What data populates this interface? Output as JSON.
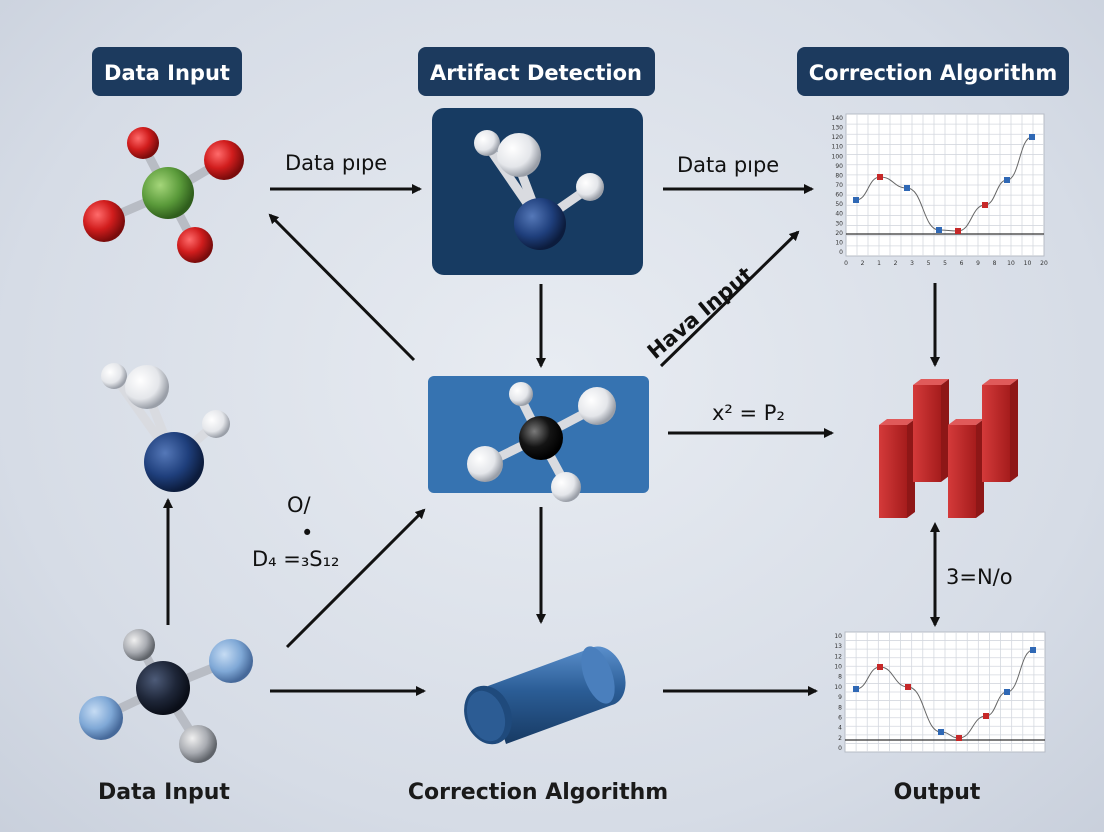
{
  "headers": {
    "data_input": "Data Input",
    "artifact_detection": "Artifact Detection",
    "correction_algorithm": "Correction Algorithm"
  },
  "labels": {
    "data_input_bottom": "Data Input",
    "correction_algorithm_bottom": "Correction Algorithm",
    "output_bottom": "Output"
  },
  "flow_labels": {
    "data_pipe_left": "Data pıpe",
    "data_pipe_right": "Data pıpe",
    "hava_input": "Hava Input",
    "equation": "x² = P₂",
    "ratio": "3=N/o",
    "formula_top": "O/",
    "formula_dot": "•",
    "formula_bottom": "D₄ =₃S₁₂"
  },
  "charts": {
    "top_y_ticks": [
      "140",
      "130",
      "120",
      "110",
      "100",
      "90",
      "80",
      "70",
      "60",
      "50",
      "40",
      "30",
      "20",
      "10",
      "0"
    ],
    "top_x_ticks": [
      "0",
      "2",
      "1",
      "2",
      "3",
      "5",
      "5",
      "6",
      "9",
      "8",
      "10",
      "10",
      "20"
    ],
    "bottom_y_ticks": [
      "10",
      "13",
      "12",
      "10",
      "8",
      "10",
      "9",
      "8",
      "6",
      "4",
      "2",
      "0"
    ],
    "bottom_x_ticks": []
  },
  "colors": {
    "pill_bg": "#1c3a5e",
    "dark_box": "#173b62",
    "mid_box": "#3673b1",
    "bar_red": "#c62828",
    "cylinder_blue": "#2b5d96"
  }
}
